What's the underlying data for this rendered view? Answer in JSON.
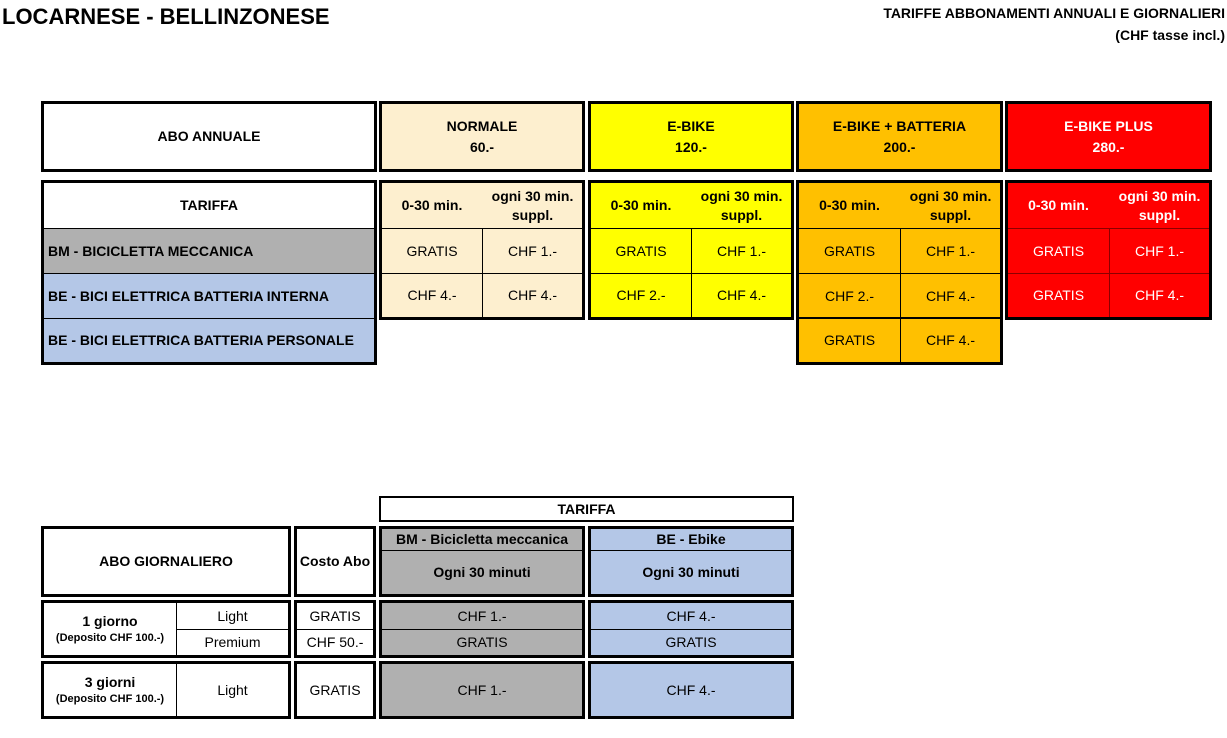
{
  "header": {
    "title": "LOCARNESE - BELLINZONESE",
    "subtitle_line1": "TARIFFE ABBONAMENTI ANNUALI E GIORNALIERI",
    "subtitle_line2": "(CHF tasse incl.)"
  },
  "annual": {
    "label": "ABO ANNUALE",
    "tariff_label": "TARIFFA",
    "plans": [
      {
        "name": "NORMALE",
        "price": "60.-",
        "color": "#fdefcf"
      },
      {
        "name": "E-BIKE",
        "price": "120.-",
        "color": "#ffff00"
      },
      {
        "name": "E-BIKE + BATTERIA",
        "price": "200.-",
        "color": "#ffc000"
      },
      {
        "name": "E-BIKE PLUS",
        "price": "280.-",
        "color": "#ff0000"
      }
    ],
    "col_first": "0-30 min.",
    "col_extra_line1": "ogni 30 min.",
    "col_extra_line2": "suppl.",
    "rows": [
      {
        "label": "BM - BICICLETTA MECCANICA",
        "color": "#b0b0b0"
      },
      {
        "label": "BE - BICI ELETTRICA BATTERIA INTERNA",
        "color": "#b4c7e7"
      },
      {
        "label": "BE - BICI ELETTRICA BATTERIA PERSONALE",
        "color": "#b4c7e7"
      }
    ],
    "values": {
      "normale": [
        [
          "GRATIS",
          "CHF 1.-"
        ],
        [
          "CHF 4.-",
          "CHF 4.-"
        ]
      ],
      "ebike": [
        [
          "GRATIS",
          "CHF 1.-"
        ],
        [
          "CHF 2.-",
          "CHF 4.-"
        ]
      ],
      "ebike_batteria": [
        [
          "GRATIS",
          "CHF 1.-"
        ],
        [
          "CHF 2.-",
          "CHF 4.-"
        ],
        [
          "GRATIS",
          "CHF 4.-"
        ]
      ],
      "ebike_plus": [
        [
          "GRATIS",
          "CHF 1.-"
        ],
        [
          "GRATIS",
          "CHF 4.-"
        ]
      ]
    }
  },
  "daily": {
    "tariff_label": "TARIFFA",
    "label": "ABO GIORNALIERO",
    "cost_label": "Costo Abo",
    "bm_label": "BM - Bicicletta meccanica",
    "be_label": "BE - Ebike",
    "every_30": "Ogni 30 minuti",
    "one_day": "1 giorno",
    "three_days": "3 giorni",
    "deposit": "(Deposito CHF 100.-)",
    "rows": [
      {
        "type": "Light",
        "cost": "GRATIS",
        "bm": "CHF 1.-",
        "be": "CHF 4.-"
      },
      {
        "type": "Premium",
        "cost": "CHF 50.-",
        "bm": "GRATIS",
        "be": "GRATIS"
      },
      {
        "type": "Light",
        "cost": "GRATIS",
        "bm": "CHF 1.-",
        "be": "CHF 4.-"
      }
    ]
  }
}
